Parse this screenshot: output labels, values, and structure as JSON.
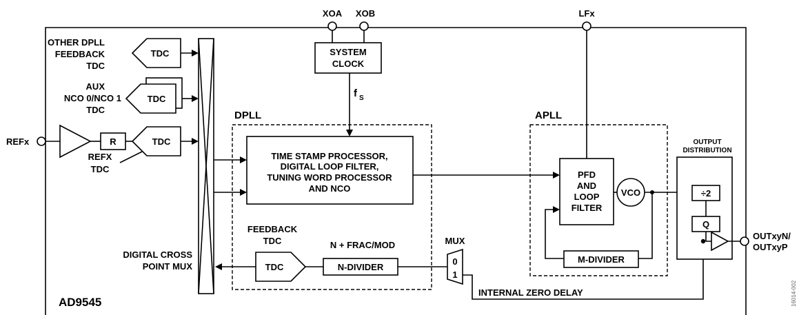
{
  "pins": {
    "xoa": "XOA",
    "xob": "XOB",
    "lfx": "LFx",
    "refx": "REFx",
    "out_n": "OUTxyN/",
    "out_p": "OUTxyP"
  },
  "left": {
    "other_dpll_1": "OTHER DPLL",
    "other_dpll_2": "FEEDBACK",
    "other_dpll_3": "TDC",
    "aux_1": "AUX",
    "aux_2": "NCO 0/NCO 1",
    "aux_3": "TDC",
    "refx_tdc_1": "REFX",
    "refx_tdc_2": "TDC",
    "tdc": "TDC",
    "r": "R",
    "crosspoint_1": "DIGITAL CROSS",
    "crosspoint_2": "POINT MUX"
  },
  "sysclk": {
    "line1": "SYSTEM",
    "line2": "CLOCK",
    "fs": "f",
    "fs_sub": "S"
  },
  "dpll": {
    "title": "DPLL",
    "proc_1": "TIME STAMP PROCESSOR,",
    "proc_2": "DIGITAL LOOP FILTER,",
    "proc_3": "TUNING WORD PROCESSOR",
    "proc_4": "AND NCO",
    "feedback_1": "FEEDBACK",
    "feedback_2": "TDC",
    "nfrac": "N + FRAC/MOD",
    "tdc": "TDC",
    "ndiv": "N-DIVIDER"
  },
  "mux": {
    "title": "MUX",
    "in0": "0",
    "in1": "1"
  },
  "apll": {
    "title": "APLL",
    "pfd_1": "PFD",
    "pfd_2": "AND",
    "pfd_3": "LOOP",
    "pfd_4": "FILTER",
    "vco": "VCO",
    "mdiv": "M-DIVIDER"
  },
  "output": {
    "title_1": "OUTPUT",
    "title_2": "DISTRIBUTION",
    "div2": "÷2",
    "q": "Q"
  },
  "internal_zero_delay": "INTERNAL ZERO DELAY",
  "part": "AD9545",
  "side_code": "16014-002"
}
